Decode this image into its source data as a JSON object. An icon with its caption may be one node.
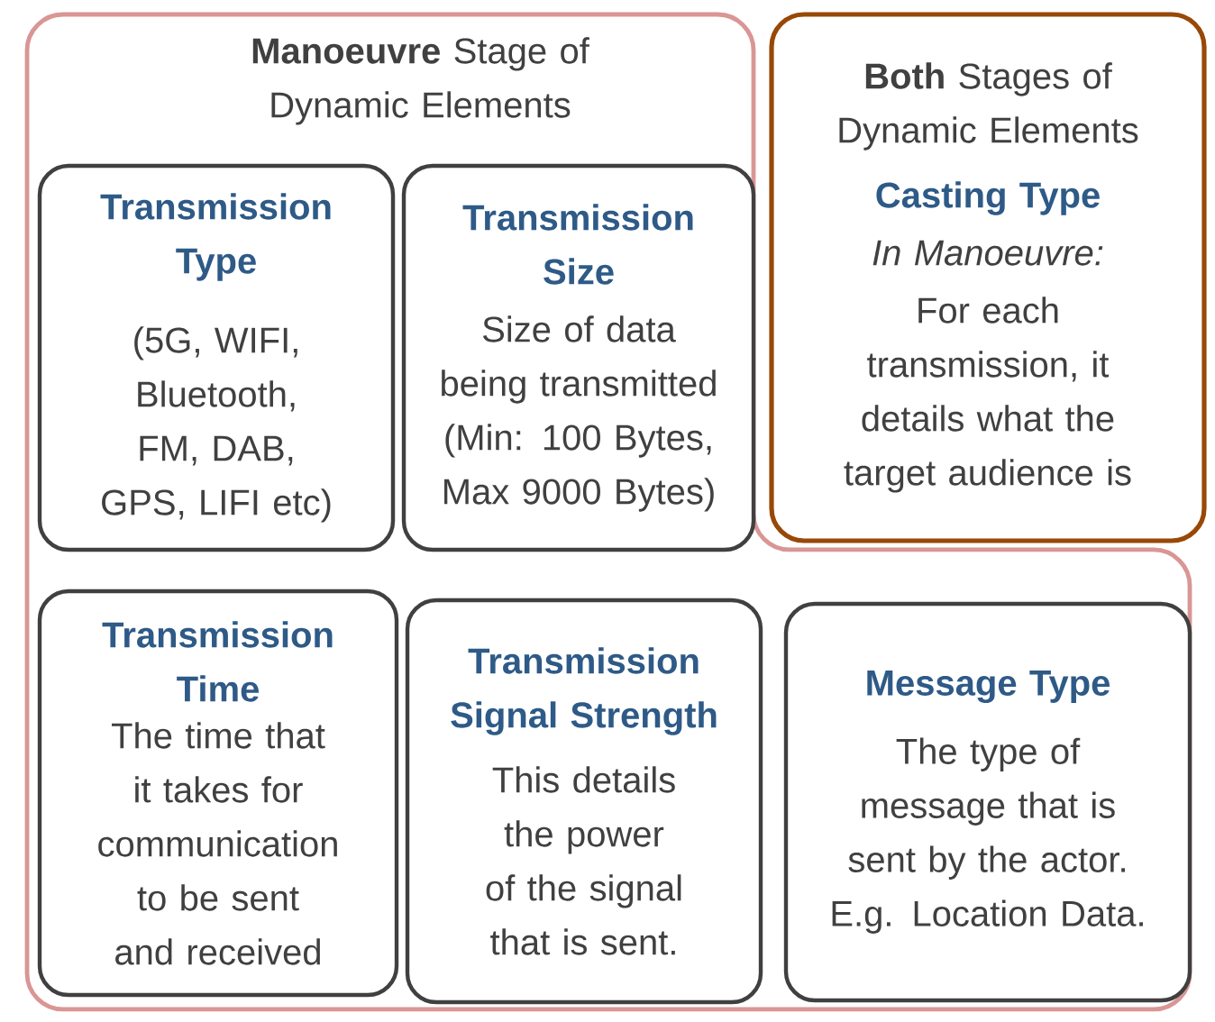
{
  "diagram": {
    "nodes": [
      {
        "text": [
          "**Manoeuvre** Stage of Dynamic Elements"
        ]
      },
      {
        "text": [
          "Transmission Type",
          "(5G, WIFI, Bluetooth, FM, DAB, GPS, LIFI etc)"
        ],
        "in": 0
      },
      {
        "text": [
          "Transmission Size",
          "Size of data being transmitted (Min: 100 Bytes, Max 9000 Bytes)"
        ],
        "in": 0
      },
      {
        "text": [
          "**Both** Stages of Dynamic Elements",
          "Casting Type",
          "In Manoeuvre:",
          "For each transmission, it details what the target audience is"
        ]
      },
      {
        "text": [
          "Transmission Time",
          "The time that it takes for communication to be sent and received"
        ],
        "in": 0
      },
      {
        "text": [
          "Transmission Signal Strength",
          "This details the power of the signal that is sent."
        ],
        "in": 0
      },
      {
        "text": [
          "Message Type",
          "The type of message that is sent by the actor. E.g. Location Data."
        ],
        "in": 0
      }
    ]
  }
}
